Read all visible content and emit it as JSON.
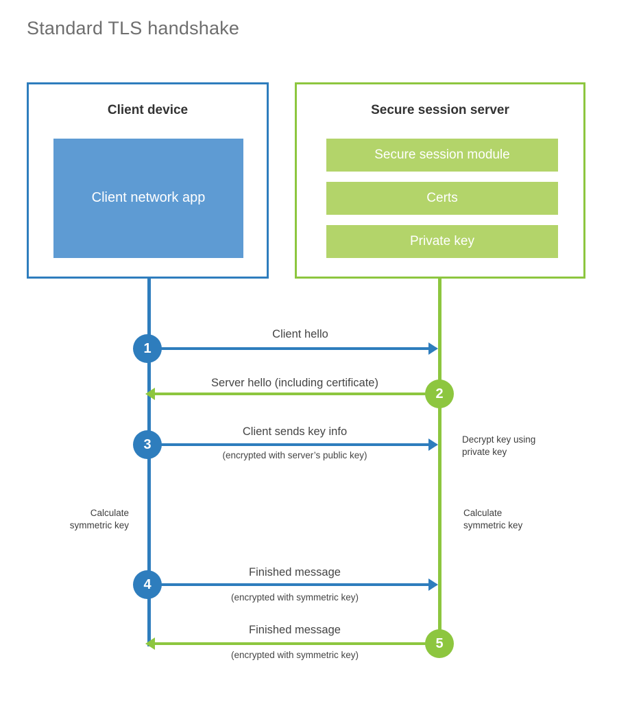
{
  "title": "Standard TLS handshake",
  "colors": {
    "client_accent": "#2e7dbd",
    "client_fill": "#5e9bd3",
    "server_accent": "#8dc63f",
    "server_fill": "#b3d46a",
    "title_text": "#6e6e6e",
    "label_text": "#444444"
  },
  "parties": {
    "client": {
      "title": "Client device",
      "blocks": [
        {
          "label": "Client network app"
        }
      ]
    },
    "server": {
      "title": "Secure session server",
      "blocks": [
        {
          "label": "Secure session module"
        },
        {
          "label": "Certs"
        },
        {
          "label": "Private key"
        }
      ]
    }
  },
  "messages": [
    {
      "step": "1",
      "label": "Client hello",
      "sublabel": "",
      "direction": "client-to-server",
      "color": "#2e7dbd"
    },
    {
      "step": "2",
      "label": "Server hello (including certificate)",
      "sublabel": "",
      "direction": "server-to-client",
      "color": "#8dc63f"
    },
    {
      "step": "3",
      "label": "Client sends key info",
      "sublabel": "(encrypted with server’s public key)",
      "direction": "client-to-server",
      "color": "#2e7dbd"
    },
    {
      "step": "4",
      "label": "Finished message",
      "sublabel": "(encrypted with symmetric key)",
      "direction": "client-to-server",
      "color": "#2e7dbd"
    },
    {
      "step": "5",
      "label": "Finished message",
      "sublabel": "(encrypted with symmetric key)",
      "direction": "server-to-client",
      "color": "#8dc63f"
    }
  ],
  "notes": [
    {
      "text": "Decrypt key using\nprivate key",
      "side": "server"
    },
    {
      "text": "Calculate\nsymmetric key",
      "side": "client"
    },
    {
      "text": "Calculate\nsymmetric key",
      "side": "server"
    }
  ]
}
